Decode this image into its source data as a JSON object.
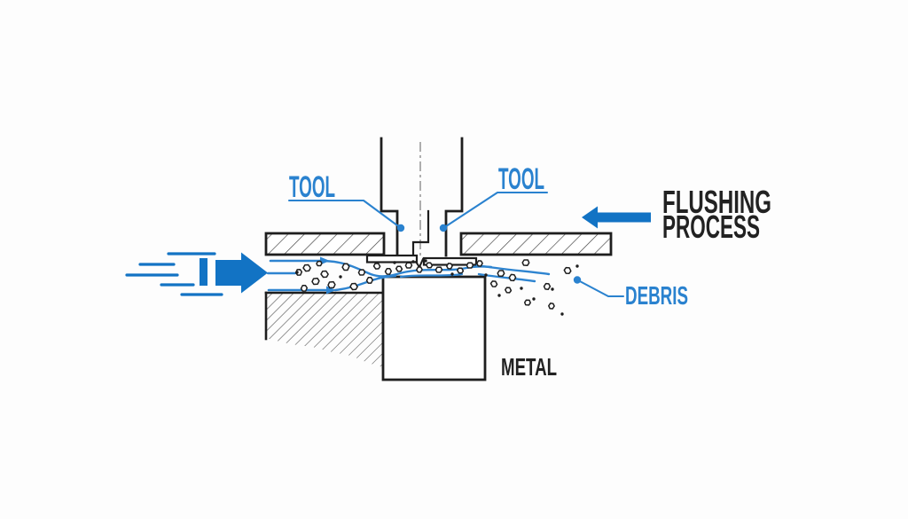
{
  "diagram": {
    "labels": {
      "tool_left": "TOOL",
      "tool_right": "TOOL",
      "flushing_line1": "FLUSHING",
      "flushing_line2": "PROCESS",
      "debris": "DEBRIS",
      "metal": "METAL"
    },
    "colors": {
      "label_blue": "#2a82cf",
      "flow_blue": "#2e84d0",
      "arrow_blue": "#1273c4",
      "ink": "#1e1e1e",
      "text_ink": "#222222",
      "hatch": "#3c3c3c",
      "centerline_gray": "#9a9a9a"
    }
  }
}
